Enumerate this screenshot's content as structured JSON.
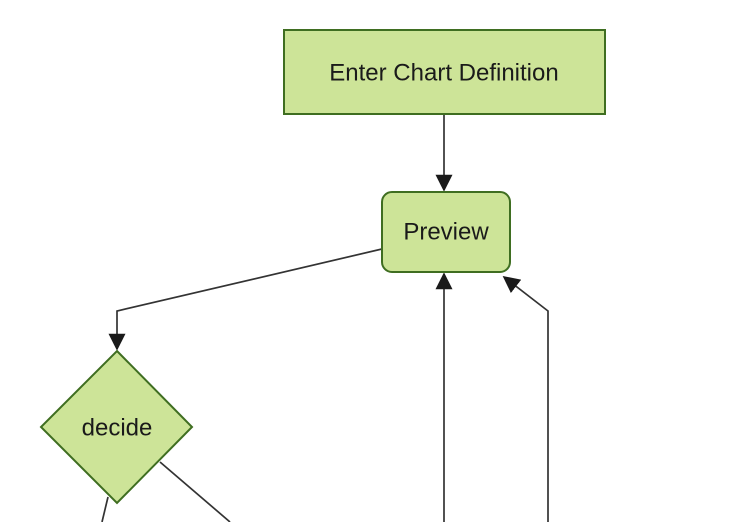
{
  "diagram": {
    "type": "flowchart",
    "direction": "top-down",
    "background": "#ffffff",
    "nodes": [
      {
        "id": "enter-chart-definition",
        "label": "Enter Chart Definition",
        "shape": "rectangle"
      },
      {
        "id": "preview",
        "label": "Preview",
        "shape": "rounded-rectangle"
      },
      {
        "id": "decide",
        "label": "decide",
        "shape": "diamond"
      }
    ],
    "edges": [
      {
        "from": "enter-chart-definition",
        "to": "preview",
        "arrowhead": true
      },
      {
        "from": "preview",
        "to": "decide",
        "arrowhead": true
      },
      {
        "from": "offscreen-bottom",
        "to": "preview",
        "arrowhead": true
      },
      {
        "from": "offscreen-bottom-right",
        "to": "preview",
        "arrowhead": true
      },
      {
        "from": "decide",
        "to": "offscreen-bottom-left",
        "arrowhead": false
      },
      {
        "from": "decide",
        "to": "offscreen-bottom-right",
        "arrowhead": false
      }
    ],
    "colors": {
      "node_fill": "#cde498",
      "node_border": "#3f6e21",
      "edge": "#333333",
      "arrowhead": "#1a1a1a",
      "text": "#1a1a1a"
    }
  }
}
